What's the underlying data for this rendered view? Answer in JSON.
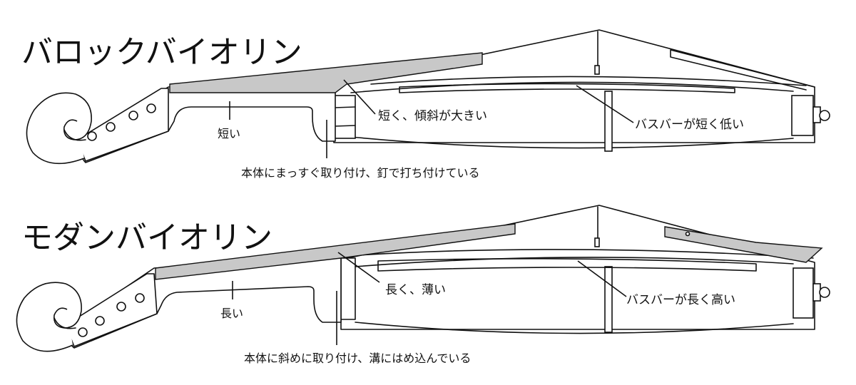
{
  "baroque": {
    "title": "バロックバイオリン",
    "neck_label": "短い",
    "neck_joint_label": "本体にまっすぐ取り付け、釘で打ち付けている",
    "fingerboard_label": "短く、傾斜が大きい",
    "bassbar_label": "バスバーが短く低い"
  },
  "modern": {
    "title": "モダンバイオリン",
    "neck_label": "長い",
    "neck_joint_label": "本体に斜めに取り付け、溝にはめ込んでいる",
    "fingerboard_label": "長く、薄い",
    "bassbar_label": "バスバーが長く高い"
  }
}
